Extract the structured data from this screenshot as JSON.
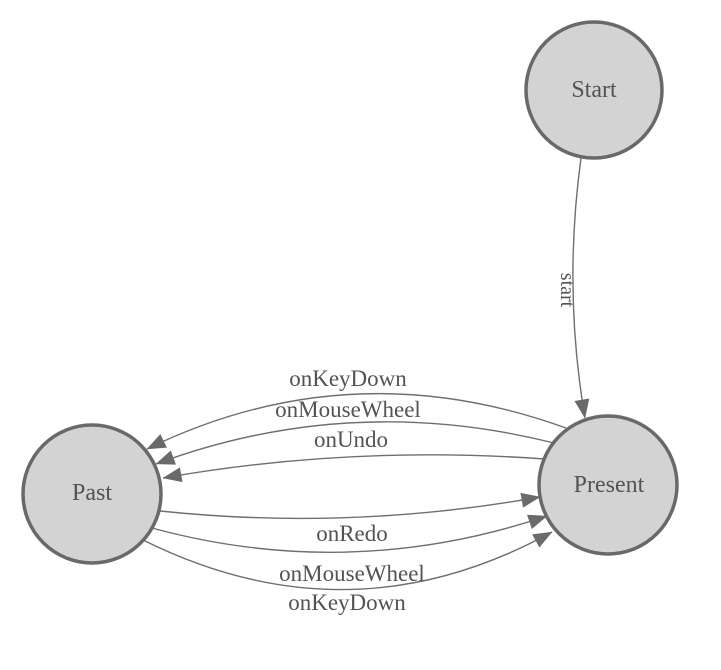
{
  "diagram": {
    "type": "state-machine-graph",
    "background_color": "#ffffff",
    "colors": {
      "node_fill": "#d3d3d3",
      "node_border": "#696969",
      "edge_line": "#6f6f6f",
      "arrowhead_fill": "#6a6a6a",
      "label_text": "#535353"
    },
    "nodes": [
      {
        "id": "start",
        "label": "Start"
      },
      {
        "id": "present",
        "label": "Present"
      },
      {
        "id": "past",
        "label": "Past"
      }
    ],
    "edges": [
      {
        "from": "Start",
        "to": "Present",
        "label": "start"
      },
      {
        "from": "Present",
        "to": "Past",
        "label": "onKeyDown"
      },
      {
        "from": "Present",
        "to": "Past",
        "label": "onMouseWheel"
      },
      {
        "from": "Present",
        "to": "Past",
        "label": "onUndo"
      },
      {
        "from": "Past",
        "to": "Present",
        "label": "onRedo"
      },
      {
        "from": "Past",
        "to": "Present",
        "label": "onMouseWheel"
      },
      {
        "from": "Past",
        "to": "Present",
        "label": "onKeyDown"
      }
    ]
  }
}
